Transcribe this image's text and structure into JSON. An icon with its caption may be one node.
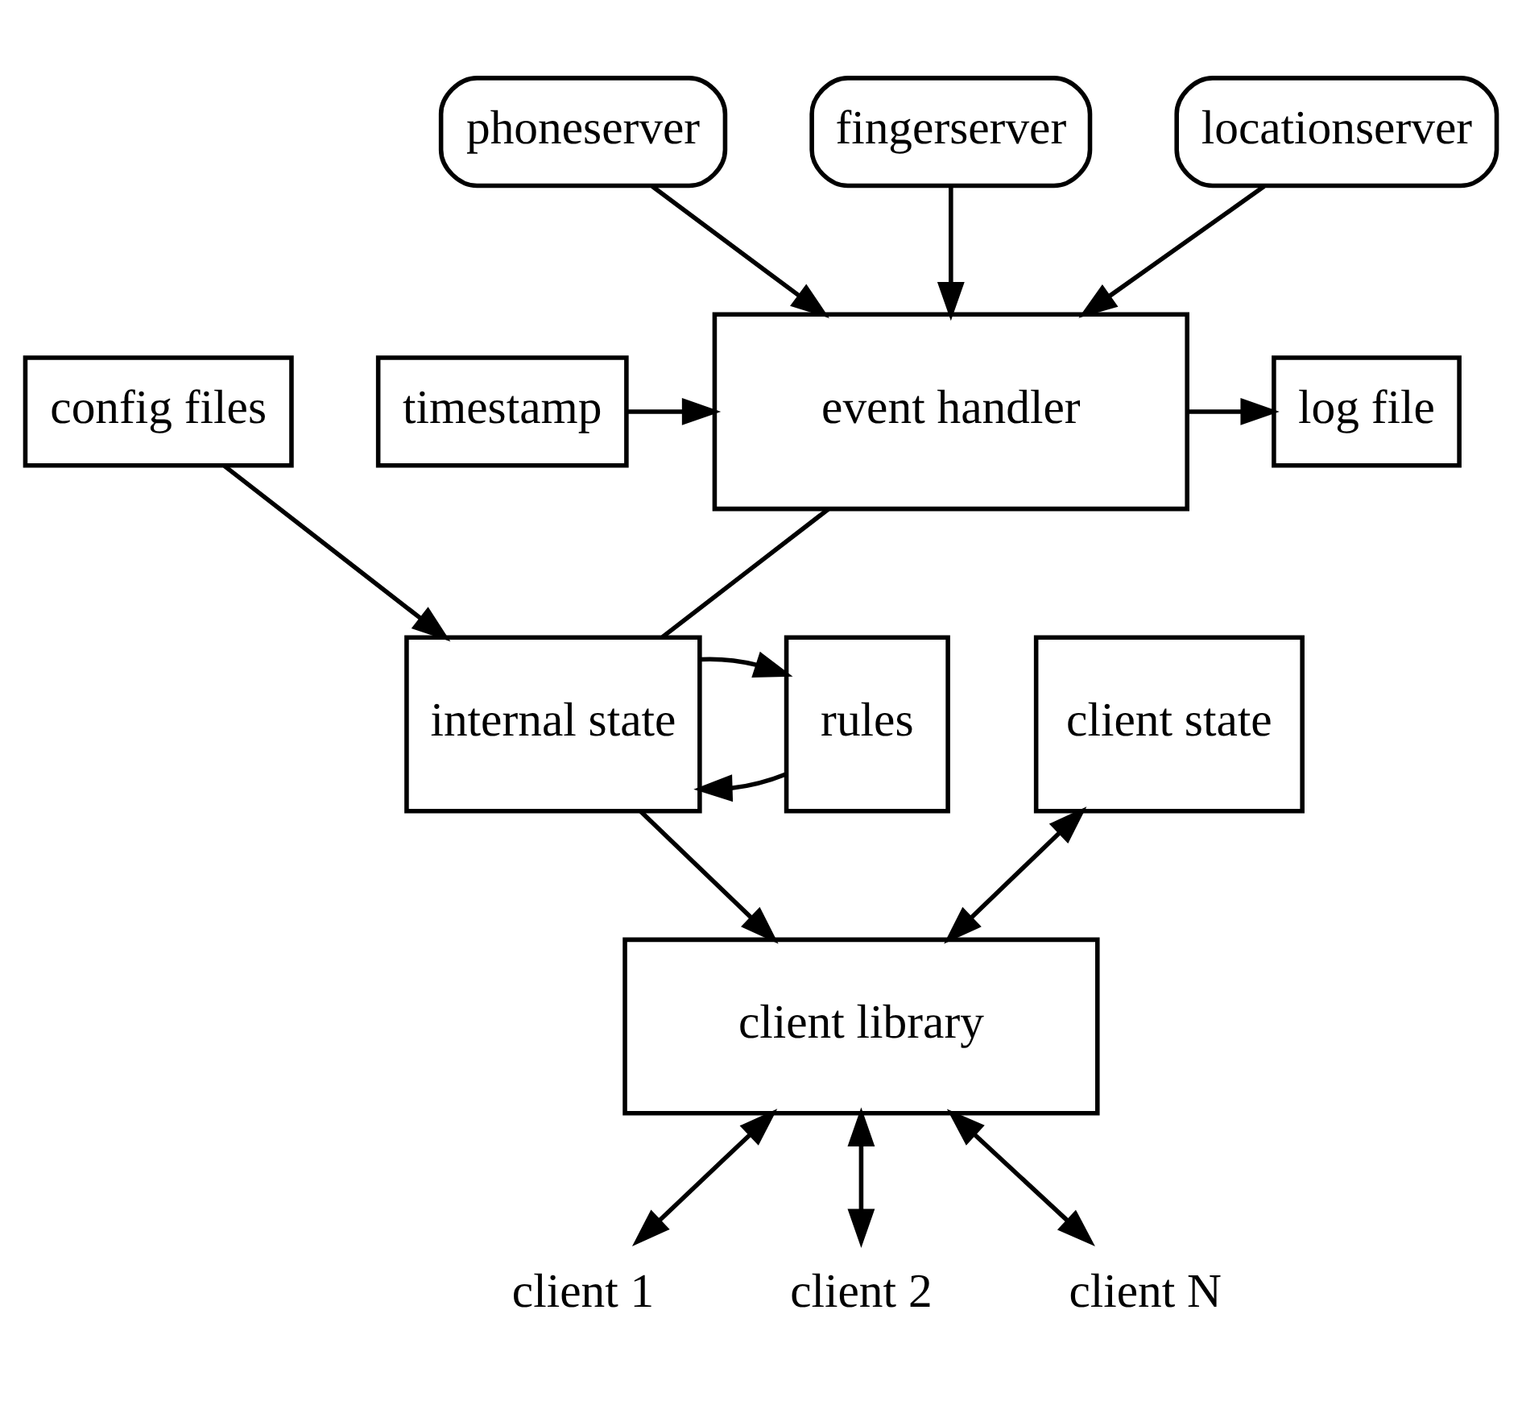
{
  "diagram": {
    "nodes": [
      {
        "text": [
          "phoneserver"
        ]
      },
      {
        "text": [
          "fingerserver"
        ]
      },
      {
        "text": [
          "locationserver"
        ]
      },
      {
        "text": [
          "timestamp"
        ]
      },
      {
        "text": [
          "event handler"
        ]
      },
      {
        "text": [
          "log file"
        ]
      },
      {
        "text": [
          "config files"
        ]
      },
      {
        "text": [
          "rules"
        ]
      },
      {
        "text": [
          "internal state"
        ]
      },
      {
        "text": [
          "client state"
        ]
      },
      {
        "text": [
          "client library"
        ]
      },
      {
        "text": [
          "client 1"
        ]
      },
      {
        "text": [
          "client 2"
        ]
      },
      {
        "text": [
          "client N"
        ]
      }
    ],
    "edges": [
      {
        "from": 1,
        "to": 4,
        "arrow": "to"
      },
      {
        "from": 0,
        "to": 4,
        "arrow": "to"
      },
      {
        "from": 2,
        "to": 4,
        "arrow": "to"
      },
      {
        "from": 3,
        "to": 4,
        "arrow": "to"
      },
      {
        "from": 4,
        "to": 5,
        "arrow": "to"
      },
      {
        "from": 4,
        "to": 8,
        "arrow": "none"
      },
      {
        "from": 7,
        "to": 8,
        "arrow": "to"
      },
      {
        "from": 6,
        "to": 8,
        "arrow": "to"
      },
      {
        "from": 8,
        "to": 7,
        "arrow": "to"
      },
      {
        "from": 8,
        "to": 10,
        "arrow": "to"
      },
      {
        "from": 9,
        "to": 10,
        "arrow": "both"
      },
      {
        "from": 10,
        "to": 11,
        "arrow": "both"
      },
      {
        "from": 10,
        "to": 12,
        "arrow": "both"
      },
      {
        "from": 10,
        "to": 13,
        "arrow": "both"
      }
    ]
  }
}
